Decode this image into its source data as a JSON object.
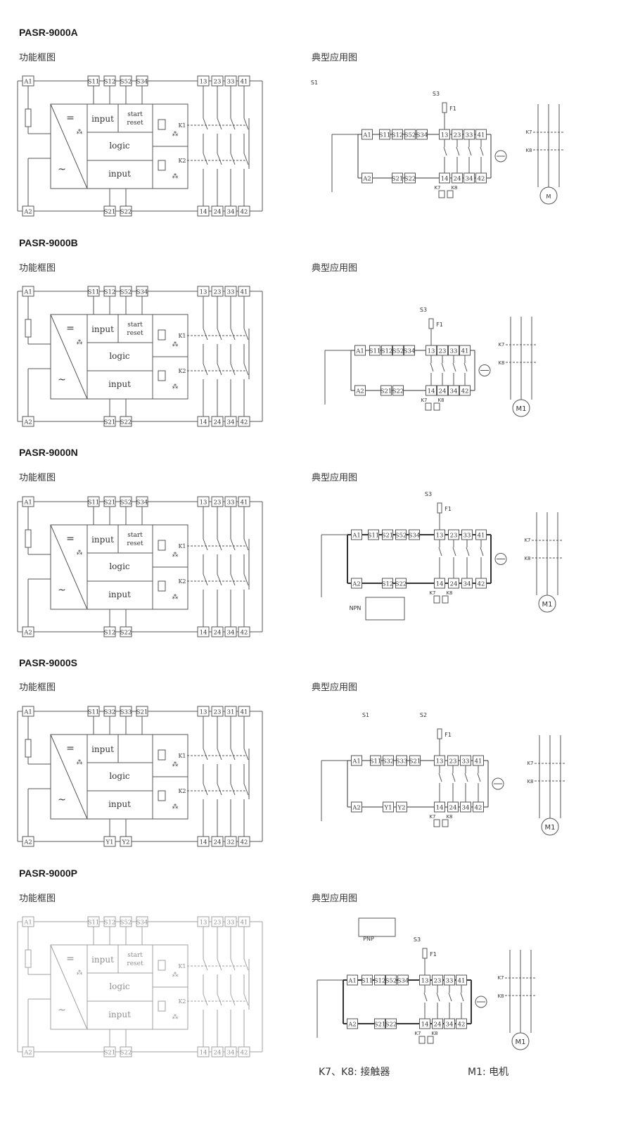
{
  "labels": {
    "block": "功能框图",
    "app": "典型应用图"
  },
  "sections": [
    {
      "model": "PASR-9000A",
      "top": [
        "A1",
        "S11",
        "S12",
        "S52",
        "S34",
        "13",
        "23",
        "33",
        "41"
      ],
      "bottom": [
        "A2",
        "S21",
        "S22",
        "14",
        "24",
        "34",
        "42"
      ],
      "blocks": [
        "input",
        "start reset",
        "logic",
        "input"
      ],
      "app_top": [
        "A1",
        "S11",
        "S12",
        "S52",
        "S34",
        "13",
        "23",
        "33",
        "41"
      ],
      "app_bottom": [
        "A2",
        "S21",
        "S22",
        "14",
        "24",
        "34",
        "42"
      ],
      "app_extra": [
        "S1",
        "S3",
        "K7",
        "K8",
        "F1",
        "M"
      ]
    },
    {
      "model": "PASR-9000B",
      "top": [
        "A1",
        "S11",
        "S12",
        "S52",
        "S34",
        "13",
        "23",
        "33",
        "41"
      ],
      "bottom": [
        "A2",
        "S21",
        "S22",
        "14",
        "24",
        "34",
        "42"
      ],
      "blocks": [
        "input",
        "start reset",
        "logic",
        "input"
      ],
      "app_top": [
        "A1",
        "S11",
        "S12",
        "S52",
        "S34",
        "13",
        "23",
        "33",
        "41"
      ],
      "app_bottom": [
        "A2",
        "S21",
        "S22",
        "14",
        "24",
        "34",
        "42"
      ],
      "app_extra": [
        "S3",
        "K7",
        "K8",
        "F1",
        "M1"
      ]
    },
    {
      "model": "PASR-9000N",
      "top": [
        "A1",
        "S11",
        "S21",
        "S52",
        "S34",
        "13",
        "23",
        "33",
        "41"
      ],
      "bottom": [
        "A2",
        "S12",
        "S22",
        "14",
        "24",
        "34",
        "42"
      ],
      "blocks": [
        "input",
        "start reset",
        "logic",
        "input"
      ],
      "app_top": [
        "A1",
        "S11",
        "S21",
        "S52",
        "S34",
        "13",
        "23",
        "33",
        "41"
      ],
      "app_bottom": [
        "A2",
        "S12",
        "S22",
        "14",
        "24",
        "34",
        "42"
      ],
      "app_extra": [
        "S3",
        "K7",
        "K8",
        "F1",
        "M1",
        "NPN"
      ]
    },
    {
      "model": "PASR-9000S",
      "top": [
        "A1",
        "S11",
        "S32",
        "S33",
        "S21",
        "13",
        "23",
        "31",
        "41"
      ],
      "bottom": [
        "A2",
        "Y1",
        "Y2",
        "14",
        "24",
        "32",
        "42"
      ],
      "blocks": [
        "input",
        "",
        "logic",
        "input"
      ],
      "app_top": [
        "A1",
        "S11",
        "S32",
        "S33",
        "S21",
        "13",
        "23",
        "33",
        "41"
      ],
      "app_bottom": [
        "A2",
        "Y1",
        "Y2",
        "14",
        "24",
        "34",
        "42"
      ],
      "app_extra": [
        "S1",
        "S2",
        "K7",
        "K8",
        "F1",
        "M1"
      ]
    },
    {
      "model": "PASR-9000P",
      "top": [
        "A1",
        "S11",
        "S12",
        "S52",
        "S34",
        "13",
        "23",
        "33",
        "41"
      ],
      "bottom": [
        "A2",
        "S21",
        "S22",
        "14",
        "24",
        "34",
        "42"
      ],
      "blocks": [
        "input",
        "start reset",
        "logic",
        "input"
      ],
      "app_top": [
        "A1",
        "S11",
        "S12",
        "S52",
        "S34",
        "13",
        "23",
        "33",
        "41"
      ],
      "app_bottom": [
        "A2",
        "S21",
        "S22",
        "14",
        "24",
        "34",
        "42"
      ],
      "app_extra": [
        "PNP",
        "S3",
        "K7",
        "K8",
        "F1",
        "M1"
      ]
    }
  ],
  "relays": [
    "K1",
    "K2"
  ],
  "footer": {
    "left": "K7、K8: 接触器",
    "right": "M1: 电机"
  }
}
